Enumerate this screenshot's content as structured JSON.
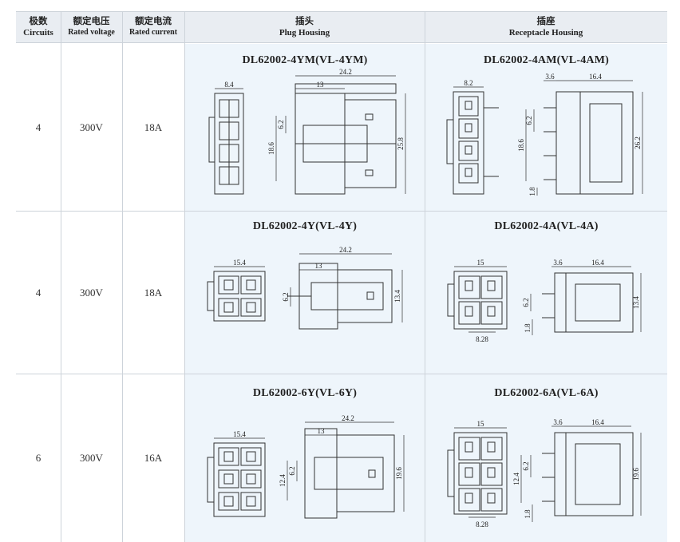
{
  "header": {
    "circuits_zh": "极数",
    "circuits_en": "Circuits",
    "voltage_zh": "额定电压",
    "voltage_en": "Rated voltage",
    "current_zh": "额定电流",
    "current_en": "Rated current",
    "plug_zh": "插头",
    "plug_en": "Plug Housing",
    "receptacle_zh": "插座",
    "receptacle_en": "Receptacle Housing"
  },
  "rows": [
    {
      "circuits": "4",
      "voltage": "300V",
      "current": "18A",
      "plug_part": "DL62002-4YM(VL-4YM)",
      "receptacle_part": "DL62002-4AM(VL-4AM)",
      "plug_dims": {
        "width": "8.4",
        "length": "24.2",
        "inner": "13",
        "pitch": "6.2",
        "span": "18.6",
        "height": "25.8"
      },
      "recep_dims": {
        "width": "8.2",
        "offset": "3.6",
        "length": "16.4",
        "pitch": "6.2",
        "span": "18.6",
        "pin": "1.8",
        "height": "26.2"
      }
    },
    {
      "circuits": "4",
      "voltage": "300V",
      "current": "18A",
      "plug_part": "DL62002-4Y(VL-4Y)",
      "receptacle_part": "DL62002-4A(VL-4A)",
      "plug_dims": {
        "width": "15.4",
        "length": "24.2",
        "inner": "13",
        "pitch": "6.2",
        "height": "13.4"
      },
      "recep_dims": {
        "width": "15",
        "offset": "3.6",
        "length": "16.4",
        "pitch": "6.2",
        "pin": "1.8",
        "height": "13.4",
        "bottom": "8.28"
      }
    },
    {
      "circuits": "6",
      "voltage": "300V",
      "current": "16A",
      "plug_part": "DL62002-6Y(VL-6Y)",
      "receptacle_part": "DL62002-6A(VL-6A)",
      "plug_dims": {
        "width": "15.4",
        "length": "24.2",
        "inner": "13",
        "pitch": "6.2",
        "span": "12.4",
        "height": "19.6"
      },
      "recep_dims": {
        "width": "15",
        "offset": "3.6",
        "length": "16.4",
        "pitch": "6.2",
        "span": "12.4",
        "pin": "1.8",
        "height": "19.6",
        "bottom": "8.28"
      }
    }
  ]
}
